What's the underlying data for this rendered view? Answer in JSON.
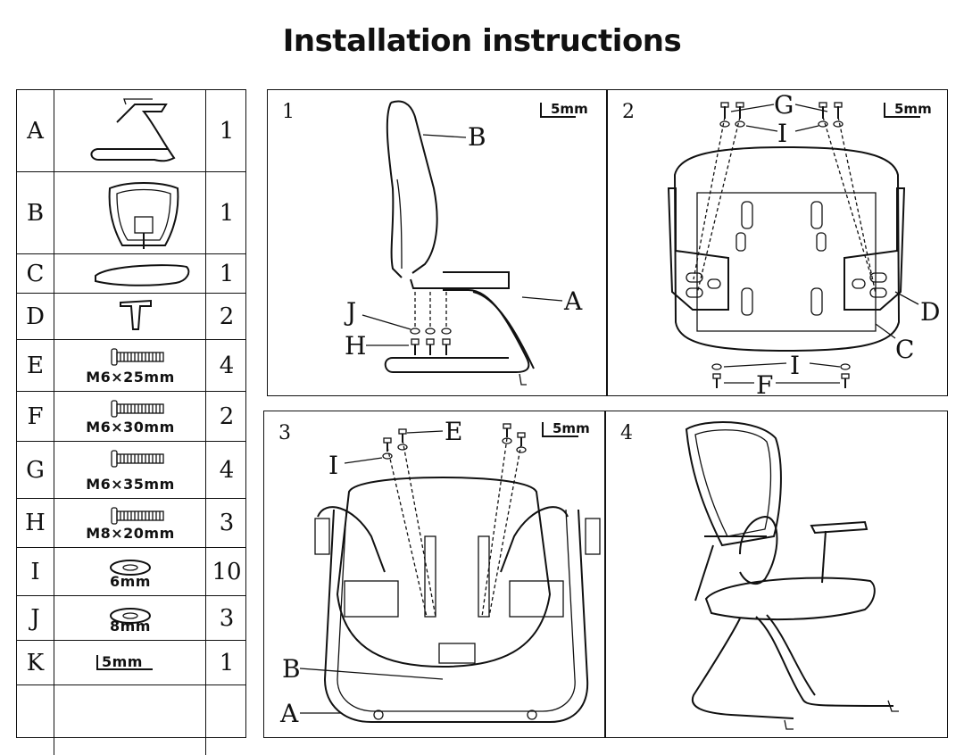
{
  "title": "Installation instructions",
  "parts": [
    {
      "letter": "A",
      "icon": "chair-base-frame",
      "label": "",
      "qty": "1"
    },
    {
      "letter": "B",
      "icon": "chair-backrest",
      "label": "",
      "qty": "1"
    },
    {
      "letter": "C",
      "icon": "seat-cushion",
      "label": "",
      "qty": "1"
    },
    {
      "letter": "D",
      "icon": "armrest",
      "label": "",
      "qty": "2"
    },
    {
      "letter": "E",
      "icon": "bolt",
      "label": "M6×25mm",
      "qty": "4"
    },
    {
      "letter": "F",
      "icon": "bolt",
      "label": "M6×30mm",
      "qty": "2"
    },
    {
      "letter": "G",
      "icon": "bolt",
      "label": "M6×35mm",
      "qty": "4"
    },
    {
      "letter": "H",
      "icon": "bolt",
      "label": "M8×20mm",
      "qty": "3"
    },
    {
      "letter": "I",
      "icon": "washer",
      "label": "6mm",
      "qty": "10"
    },
    {
      "letter": "J",
      "icon": "washer",
      "label": "8mm",
      "qty": "3"
    },
    {
      "letter": "K",
      "icon": "hex-wrench",
      "label": "5mm",
      "qty": "1"
    },
    {
      "letter": "",
      "icon": "",
      "label": "",
      "qty": ""
    }
  ],
  "steps": [
    {
      "number": "1",
      "tool": "5mm",
      "labels": {
        "b": "B",
        "a": "A",
        "j": "J",
        "h": "H"
      }
    },
    {
      "number": "2",
      "tool": "5mm",
      "labels": {
        "g": "G",
        "i_top": "I",
        "d": "D",
        "c": "C",
        "i_bottom": "I",
        "f": "F"
      }
    },
    {
      "number": "3",
      "tool": "5mm",
      "labels": {
        "e": "E",
        "i": "I",
        "b": "B",
        "a": "A"
      }
    },
    {
      "number": "4"
    }
  ]
}
